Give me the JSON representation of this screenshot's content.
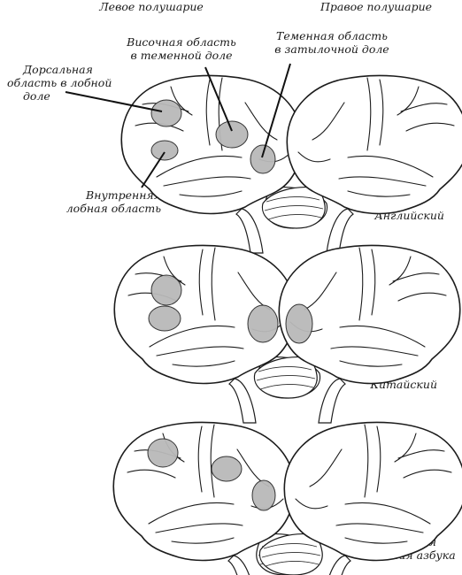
{
  "header": {
    "left_hemisphere": "Левое полушарие",
    "right_hemisphere": "Правое полушарие"
  },
  "annotations": {
    "temporal_parietal": [
      "Височная область",
      "в теменной доле"
    ],
    "parietal_occipital": [
      "Теменная область",
      "в затылочной доле"
    ],
    "dorsal_frontal": [
      "Дорсальная",
      "область в лобной",
      "доле"
    ],
    "inner_frontal": [
      "Внутренняя",
      "лобная область"
    ]
  },
  "languages": {
    "english": "Английский",
    "chinese": "Китайский",
    "japanese": [
      "Японская",
      "слоговая азбука"
    ]
  },
  "colors": {
    "highlight": "#b9b9b9",
    "outline": "#1c1c1c"
  }
}
